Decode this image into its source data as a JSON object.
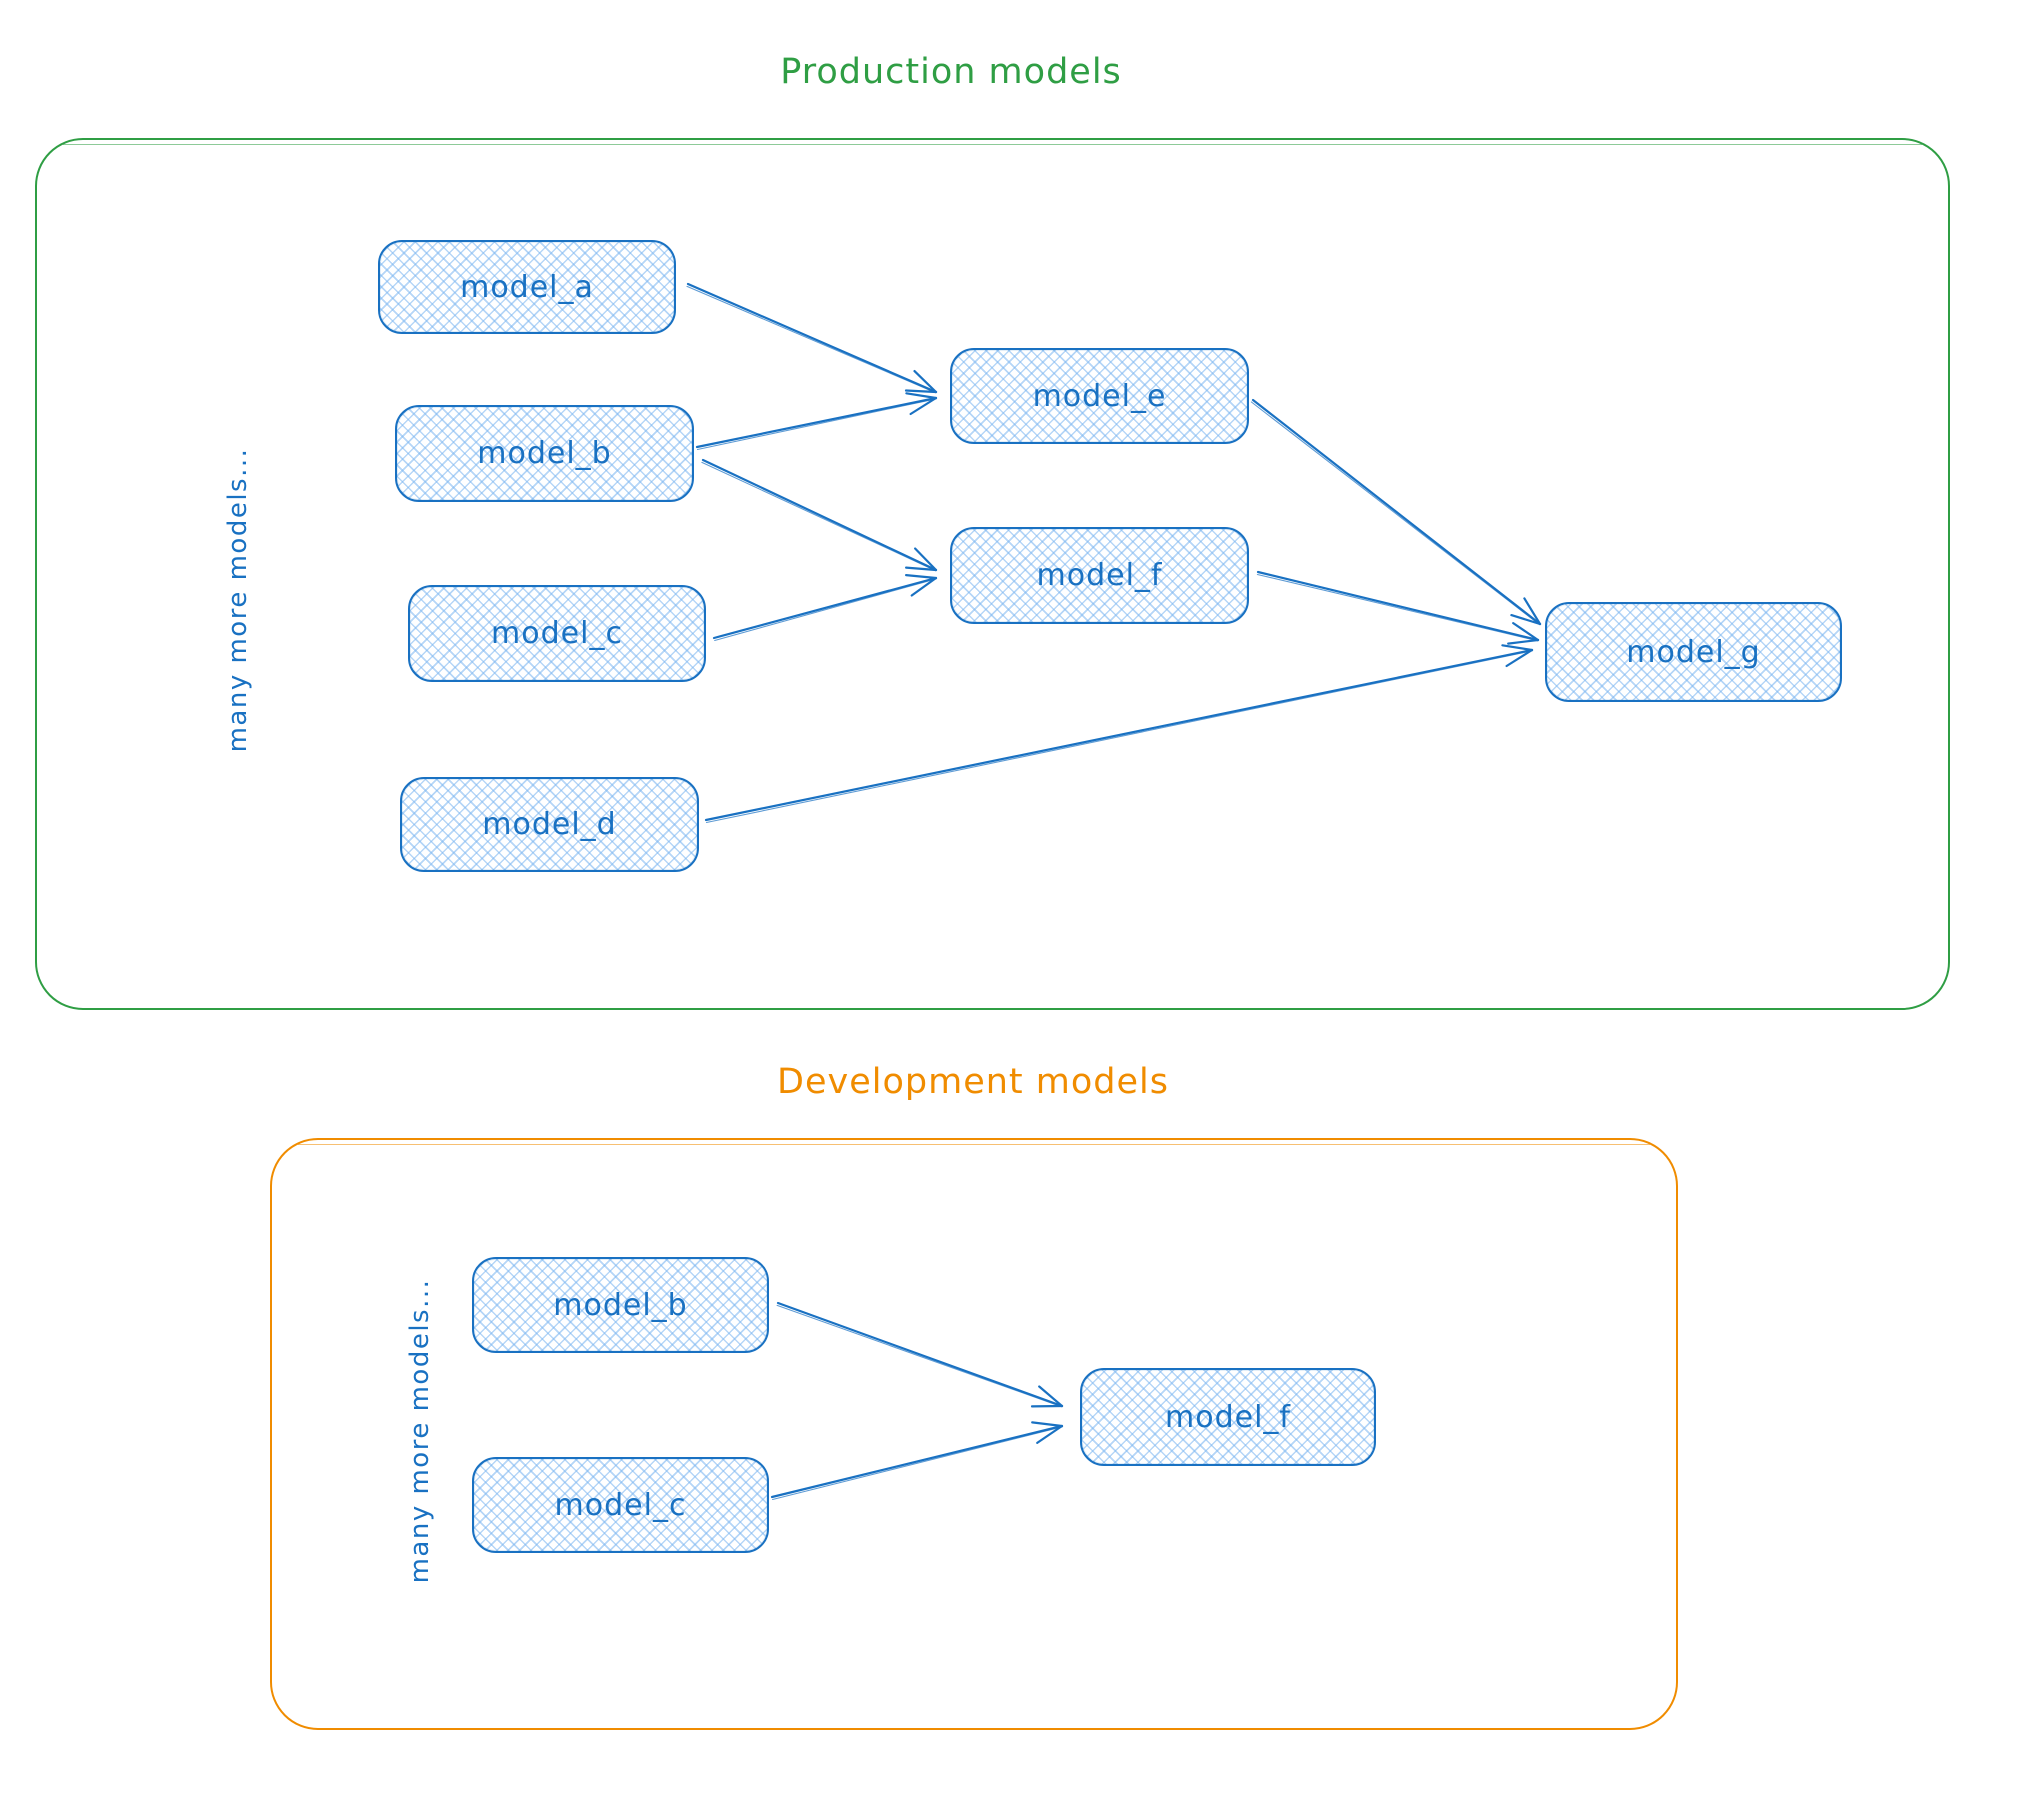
{
  "colors": {
    "production_accent": "#2f9e44",
    "development_accent": "#f08c00",
    "node_stroke": "#1971c2",
    "node_fill_hatch": "#a5d8ff",
    "node_text": "#1971c2"
  },
  "production": {
    "title": "Production models",
    "side_label": "many more models...",
    "nodes": [
      {
        "id": "model_a",
        "label": "model_a"
      },
      {
        "id": "model_b",
        "label": "model_b"
      },
      {
        "id": "model_c",
        "label": "model_c"
      },
      {
        "id": "model_d",
        "label": "model_d"
      },
      {
        "id": "model_e",
        "label": "model_e"
      },
      {
        "id": "model_f",
        "label": "model_f"
      },
      {
        "id": "model_g",
        "label": "model_g"
      }
    ],
    "edges": [
      {
        "from": "model_a",
        "to": "model_e"
      },
      {
        "from": "model_b",
        "to": "model_e"
      },
      {
        "from": "model_b",
        "to": "model_f"
      },
      {
        "from": "model_c",
        "to": "model_f"
      },
      {
        "from": "model_e",
        "to": "model_g"
      },
      {
        "from": "model_f",
        "to": "model_g"
      },
      {
        "from": "model_d",
        "to": "model_g"
      }
    ]
  },
  "development": {
    "title": "Development models",
    "side_label": "many more models...",
    "nodes": [
      {
        "id": "model_b",
        "label": "model_b"
      },
      {
        "id": "model_c",
        "label": "model_c"
      },
      {
        "id": "model_f",
        "label": "model_f"
      }
    ],
    "edges": [
      {
        "from": "model_b",
        "to": "model_f"
      },
      {
        "from": "model_c",
        "to": "model_f"
      }
    ]
  }
}
